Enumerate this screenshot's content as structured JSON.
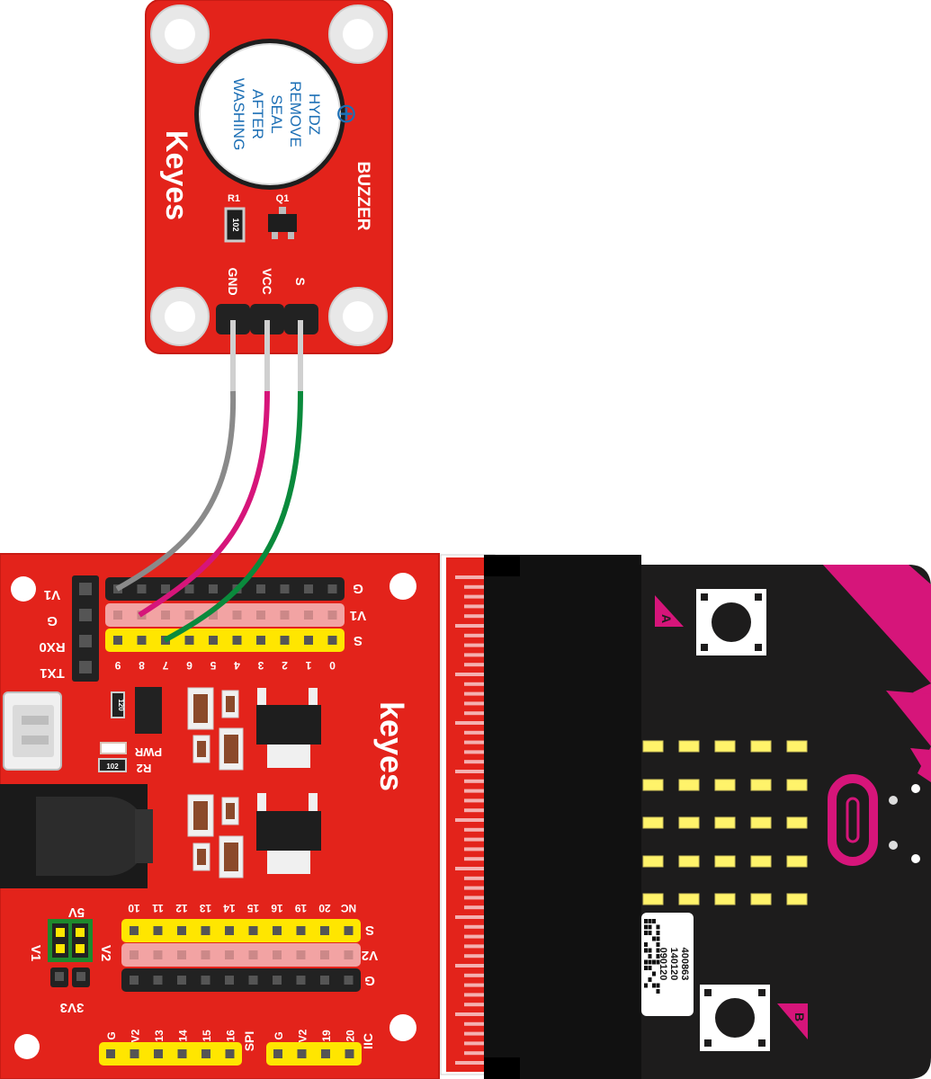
{
  "colors": {
    "board_red": "#e3231b",
    "board_edge": "#c81b14",
    "pin_yellow": "#ffe600",
    "pin_pink": "#f2a3a3",
    "header_black": "#222222",
    "microbit_black": "#1d1c1c",
    "accent_magenta": "#d6157a",
    "wire_gray": "#8a8a8a",
    "wire_magenta": "#d6157a",
    "wire_green": "#0a8a3c",
    "led_yellow": "#fff36a"
  },
  "buzzer_module": {
    "brand": "Keyes",
    "title": "BUZZER",
    "seal_lines": [
      "HYDZ",
      "REMOVE",
      "SEAL",
      "AFTER",
      "WASHING"
    ],
    "plus_symbol": "⊕",
    "resistor_label": "R1",
    "resistor_code": "102",
    "transistor_label": "Q1",
    "pin_labels": [
      "GND",
      "VCC",
      "S"
    ]
  },
  "shield": {
    "brand": "keyes",
    "serial_header_labels": [
      "V1",
      "G",
      "RX0",
      "TX1"
    ],
    "top_row_labels": [
      "G",
      "V1",
      "S"
    ],
    "top_pin_numbers": [
      "9",
      "8",
      "7",
      "6",
      "5",
      "4",
      "3",
      "2",
      "1",
      "0"
    ],
    "pwr_label": "PWR",
    "r2_label": "R2",
    "r2_code": "102",
    "r_small_code": "120",
    "jumper_labels": [
      "5V",
      "V1",
      "V2",
      "3V3"
    ],
    "bottom_row_labels": [
      "S",
      "V2",
      "G"
    ],
    "bottom_pin_numbers": [
      "10",
      "11",
      "12",
      "13",
      "14",
      "15",
      "16",
      "19",
      "20",
      "NC"
    ],
    "spi_group_labels": [
      "G",
      "V2",
      "13",
      "14",
      "15",
      "16"
    ],
    "spi_label": "SPI",
    "iic_group_labels": [
      "G",
      "V2",
      "19",
      "20"
    ],
    "iic_label": "IIC"
  },
  "microbit": {
    "button_a": "A",
    "button_b": "B",
    "qr_text_lines": [
      "400863",
      "140120",
      "090120"
    ]
  }
}
